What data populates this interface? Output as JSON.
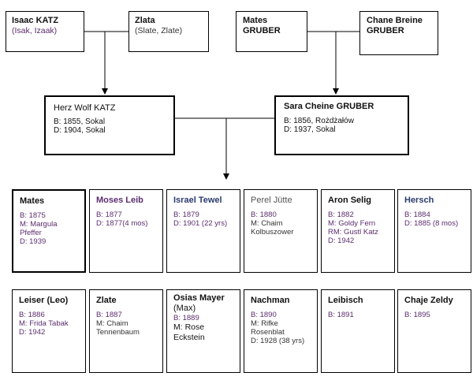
{
  "grandparents": {
    "isaac": {
      "name": "Isaac KATZ",
      "aka": "(Isak, Izaak)"
    },
    "zlata": {
      "name": "Zlata",
      "aka": "(Slate, Zlate)"
    },
    "mates": {
      "name": "Mates GRUBER"
    },
    "chane": {
      "name_line1": "Chane Breine",
      "name_line2": "GRUBER"
    }
  },
  "parents": {
    "herz": {
      "name": "Herz Wolf KATZ",
      "birth": "B: 1855, Sokal",
      "death": "D: 1904, Sokal"
    },
    "sara": {
      "name": "Sara Cheine GRUBER",
      "birth": "B: 1856, Rożdżałów",
      "death": "D: 1937, Sokal"
    }
  },
  "children_row1": [
    {
      "name": "Mates",
      "lines": [
        "B: 1875",
        "M: Margula",
        "Pfeffer",
        "D: 1939"
      ]
    },
    {
      "name": "Moses Leib",
      "lines": [
        "B: 1877",
        "D: 1877(4 mos)"
      ]
    },
    {
      "name": "Israel Tewel",
      "lines": [
        "B: 1879",
        "D: 1901 (22 yrs)"
      ]
    },
    {
      "name": "Perel Jütte",
      "lines": [
        "B: 1880",
        "M: Chaim",
        "Kolbuszower"
      ]
    },
    {
      "name": "Aron Selig",
      "lines": [
        "B: 1882",
        "M: Goldy Fern",
        "RM: Gustl Katz",
        "D: 1942"
      ]
    },
    {
      "name": "Hersch",
      "lines": [
        "B: 1884",
        "D: 1885 (8 mos)"
      ]
    }
  ],
  "children_row2": [
    {
      "name": "Leiser (Leo)",
      "lines": [
        "B: 1886",
        "M: Frida Tabak",
        "D: 1942"
      ]
    },
    {
      "name": "Zlate",
      "lines": [
        "B: 1887",
        "M: Chaim",
        "Tennenbaum"
      ]
    },
    {
      "name": "Osias Mayer",
      "name2": "(Max)",
      "lines": [
        "B: 1889",
        "M: Rose Eckstein"
      ]
    },
    {
      "name": "Nachman",
      "lines": [
        "B: 1890",
        "M: Rifke",
        "Rosenblat",
        "D: 1928 (38 yrs)"
      ]
    },
    {
      "name": "Leibisch",
      "lines": [
        "B: 1891"
      ]
    },
    {
      "name": "Chaje Zeldy",
      "lines": [
        "B: 1895"
      ]
    }
  ]
}
